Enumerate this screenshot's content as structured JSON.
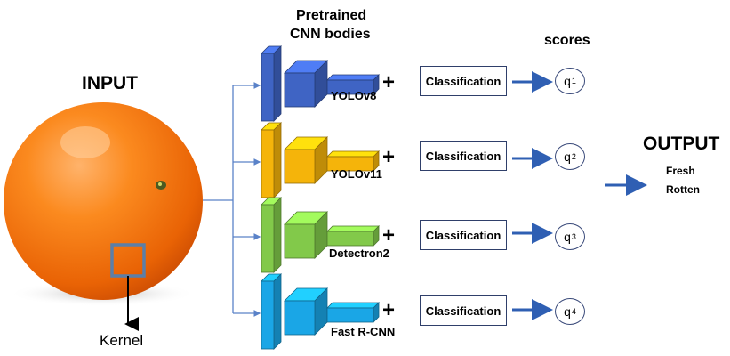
{
  "input": {
    "title": "INPUT",
    "kernel_label": "Kernel"
  },
  "header": {
    "line1": "Pretrained",
    "line2": "CNN bodies"
  },
  "scores_header": "scores",
  "output": {
    "title": "OUTPUT",
    "values": [
      "Fresh",
      "Rotten"
    ]
  },
  "plus_sign": "+",
  "branches": [
    {
      "model": "YOLOv8",
      "classifier": "Classification",
      "score_symbol": "q",
      "score_index": "1",
      "color": "#3f64c4",
      "dark": "#2b4b9c"
    },
    {
      "model": "YOLOv11",
      "classifier": "Classification",
      "score_symbol": "q",
      "score_index": "2",
      "color": "#f5b40a",
      "dark": "#c58f05"
    },
    {
      "model": "Detectron2",
      "classifier": "Classification",
      "score_symbol": "q",
      "score_index": "3",
      "color": "#82c94a",
      "dark": "#5f9a33"
    },
    {
      "model": "Fast R-CNN",
      "classifier": "Classification",
      "score_symbol": "q",
      "score_index": "4",
      "color": "#1aa6e6",
      "dark": "#0d7fb6"
    }
  ],
  "colors": {
    "arrow": "#2f5fb3",
    "line": "#5a82c8",
    "kernel_box": "#5b7fa8",
    "orange": "#f57d0d"
  }
}
